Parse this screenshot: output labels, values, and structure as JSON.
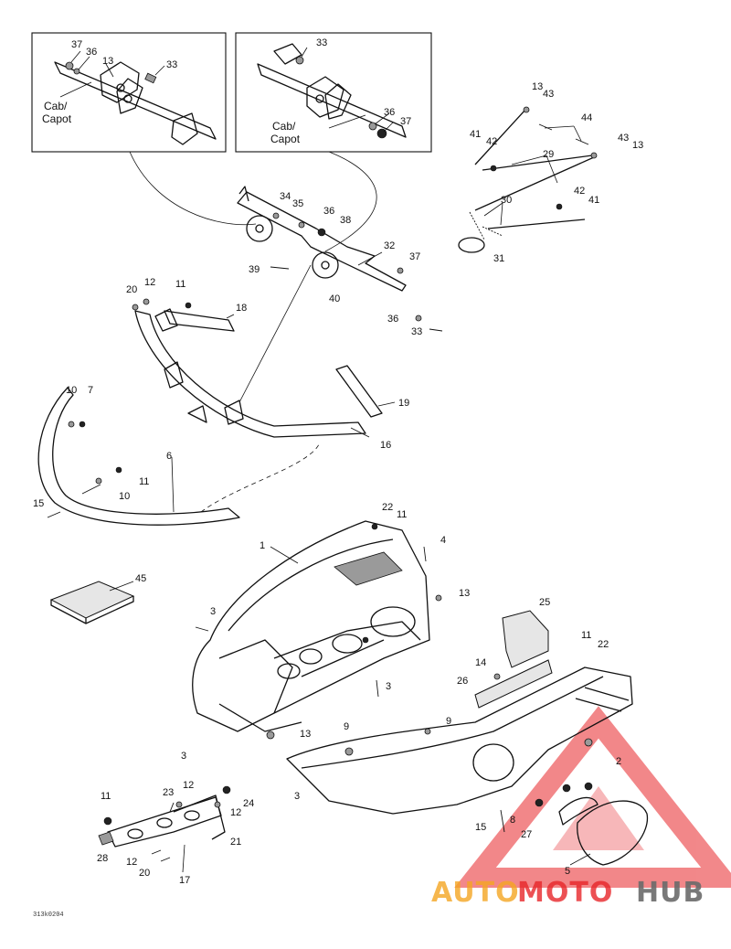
{
  "figure_code": "313k0204",
  "inset_left": {
    "label_line1": "Cab/",
    "label_line2": "Capot"
  },
  "inset_right": {
    "label_line1": "Cab/",
    "label_line2": "Capot"
  },
  "watermark": {
    "brand_part1": "AUTO",
    "brand_part2": "MOTO",
    "brand_part3": "HUB",
    "color_orange": "#f5a623",
    "color_red": "#e8262a",
    "color_grey": "#6b6b6b"
  },
  "callouts": [
    "37",
    "36",
    "13",
    "33",
    "33",
    "36",
    "37",
    "13",
    "43",
    "44",
    "41",
    "42",
    "29",
    "43",
    "13",
    "30",
    "42",
    "41",
    "31",
    "34",
    "35",
    "36",
    "38",
    "32",
    "37",
    "39",
    "40",
    "36",
    "33",
    "20",
    "12",
    "11",
    "18",
    "19",
    "16",
    "10",
    "7",
    "11",
    "10",
    "6",
    "15",
    "45",
    "22",
    "11",
    "1",
    "4",
    "13",
    "3",
    "3",
    "25",
    "11",
    "22",
    "14",
    "26",
    "13",
    "3",
    "9",
    "9",
    "2",
    "3",
    "8",
    "15",
    "27",
    "5",
    "11",
    "23",
    "12",
    "24",
    "12",
    "21",
    "28",
    "12",
    "20",
    "17"
  ]
}
